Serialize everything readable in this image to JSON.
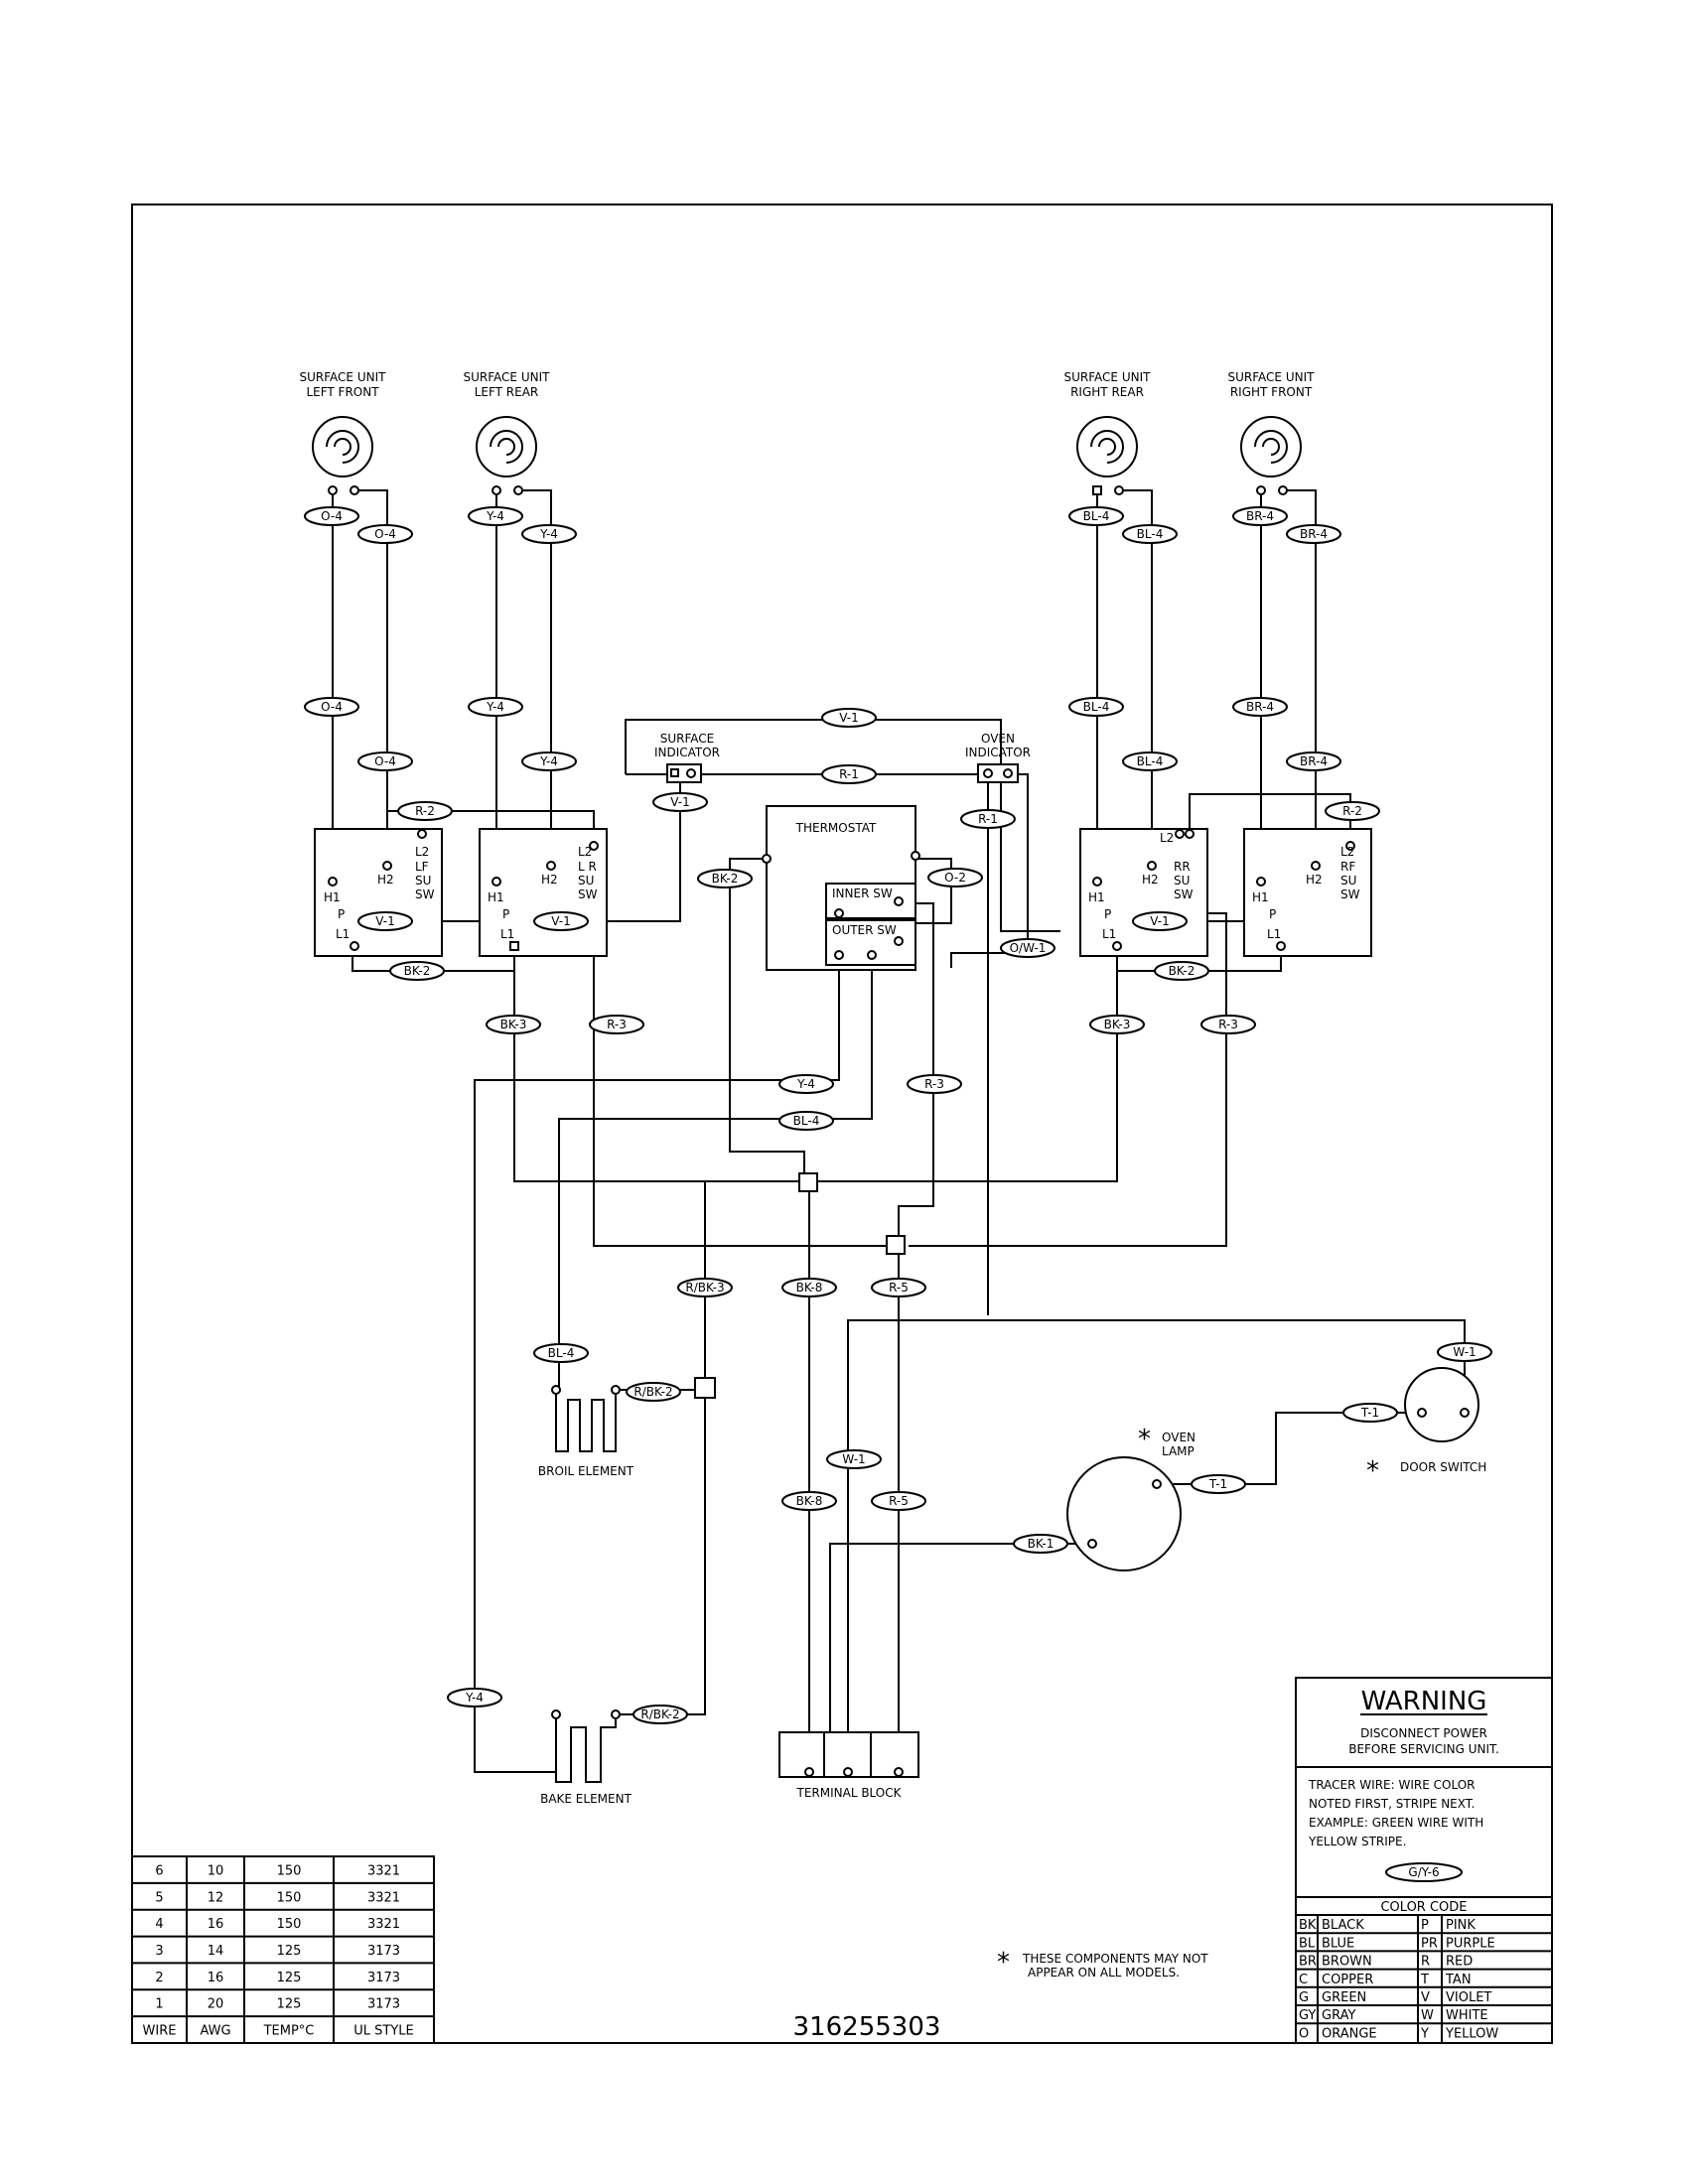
{
  "labels": {
    "lf_title": [
      "SURFACE UNIT",
      "LEFT FRONT"
    ],
    "lr_title": [
      "SURFACE UNIT",
      "LEFT REAR"
    ],
    "rr_title": [
      "SURFACE UNIT",
      "RIGHT REAR"
    ],
    "rf_title": [
      "SURFACE UNIT",
      "RIGHT FRONT"
    ],
    "surface_indicator": [
      "SURFACE",
      "INDICATOR"
    ],
    "oven_indicator": [
      "OVEN",
      "INDICATOR"
    ],
    "thermostat": "THERMOSTAT",
    "inner_sw": "INNER SW",
    "outer_sw": "OUTER SW",
    "lf_sw": [
      "L2",
      "LF",
      "SU",
      "SW"
    ],
    "lr_sw": [
      "L2",
      "L R",
      "SU",
      "SW"
    ],
    "rr_sw": [
      "RR",
      "SU",
      "SW"
    ],
    "rf_sw": [
      "L2",
      "RF",
      "SU",
      "SW"
    ],
    "h1": "H1",
    "h2": "H2",
    "l1": "L1",
    "l2": "L2",
    "p": "P",
    "broil_element": "BROIL ELEMENT",
    "bake_element": "BAKE ELEMENT",
    "terminal_block": "TERMINAL BLOCK",
    "oven_lamp": [
      "OVEN",
      "LAMP"
    ],
    "door_switch": "DOOR SWITCH",
    "asterisk": "*",
    "models_note": [
      "THESE COMPONENTS MAY NOT",
      "APPEAR ON ALL MODELS."
    ],
    "part_number": "316255303"
  },
  "wire_tags": {
    "o4": "O-4",
    "y4": "Y-4",
    "bl4": "BL-4",
    "br4": "BR-4",
    "v1": "V-1",
    "r1": "R-1",
    "r2": "R-2",
    "r3": "R-3",
    "r5": "R-5",
    "bk2": "BK-2",
    "bk3": "BK-3",
    "bk8": "BK-8",
    "bk1": "BK-1",
    "o2": "O-2",
    "ow1": "O/W-1",
    "rbk3": "R/BK-3",
    "rbk2": "R/BK-2",
    "w1": "W-1",
    "t1": "T-1"
  },
  "warning": {
    "title": "WARNING",
    "lines": [
      "DISCONNECT POWER",
      "BEFORE SERVICING UNIT."
    ],
    "tracer": [
      "TRACER WIRE:  WIRE COLOR",
      "NOTED FIRST, STRIPE NEXT.",
      "EXAMPLE:   GREEN WIRE WITH",
      "YELLOW STRIPE."
    ],
    "example_tag": "G/Y-6"
  },
  "color_code": {
    "title": "COLOR CODE",
    "rows": [
      [
        "BK",
        "BLACK",
        "P",
        "PINK"
      ],
      [
        "BL",
        "BLUE",
        "PR",
        "PURPLE"
      ],
      [
        "BR",
        "BROWN",
        "R",
        "RED"
      ],
      [
        "C",
        "COPPER",
        "T",
        "TAN"
      ],
      [
        "G",
        "GREEN",
        "V",
        "VIOLET"
      ],
      [
        "GY",
        "GRAY",
        "W",
        "WHITE"
      ],
      [
        "O",
        "ORANGE",
        "Y",
        "YELLOW"
      ]
    ]
  },
  "wire_table": {
    "rows": [
      [
        "6",
        "10",
        "150",
        "3321"
      ],
      [
        "5",
        "12",
        "150",
        "3321"
      ],
      [
        "4",
        "16",
        "150",
        "3321"
      ],
      [
        "3",
        "14",
        "125",
        "3173"
      ],
      [
        "2",
        "16",
        "125",
        "3173"
      ],
      [
        "1",
        "20",
        "125",
        "3173"
      ]
    ],
    "headers": [
      "WIRE",
      "AWG",
      "TEMP°C",
      "UL STYLE"
    ]
  }
}
